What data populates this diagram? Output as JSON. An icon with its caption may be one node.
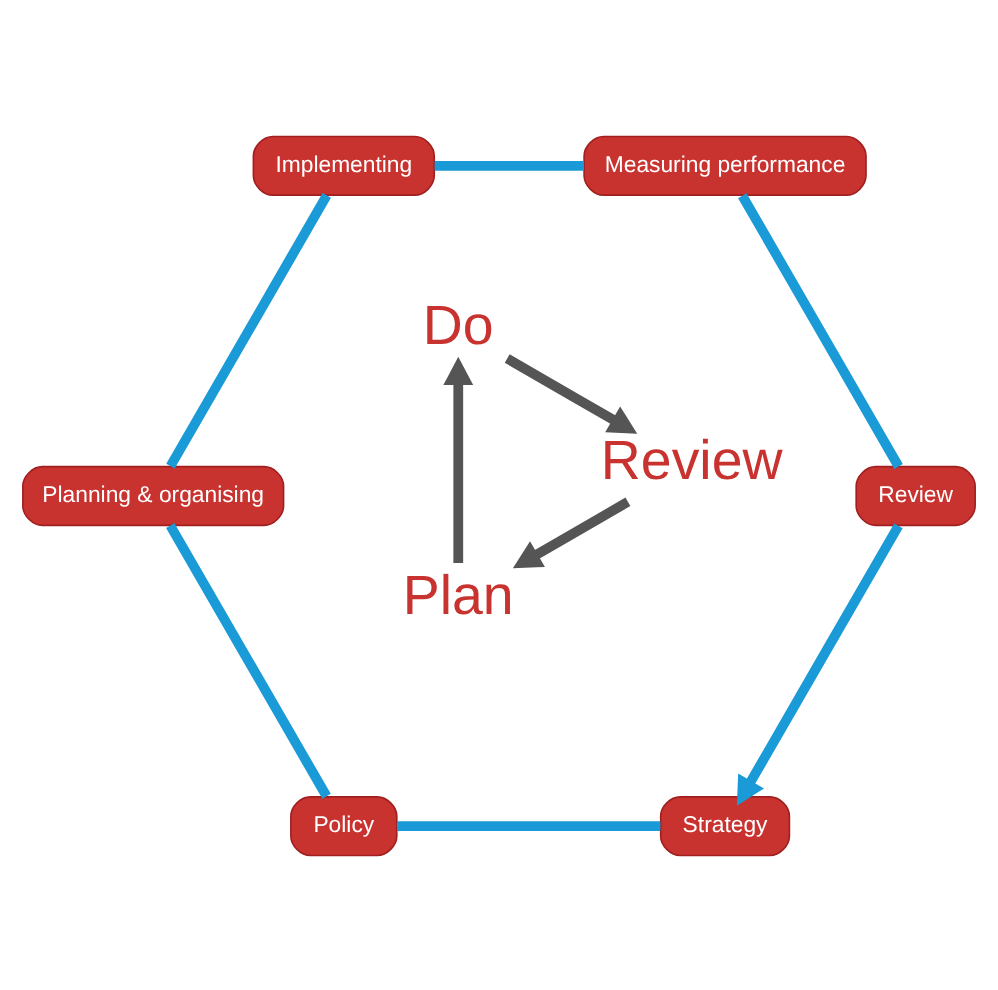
{
  "diagram": {
    "nodes": [
      {
        "text": [
          "Strategy"
        ]
      },
      {
        "text": [
          "Policy"
        ]
      },
      {
        "text": [
          "Planning & organising"
        ]
      },
      {
        "text": [
          "Implementing"
        ]
      },
      {
        "text": [
          "Measuring performance"
        ]
      },
      {
        "text": [
          "Review"
        ]
      },
      {
        "text": [
          "Plan"
        ]
      },
      {
        "text": [
          "Do"
        ]
      },
      {
        "text": [
          "Review"
        ]
      }
    ],
    "edges": [
      {
        "from": 0,
        "to": 1,
        "arrow": "none",
        "color": "#1a9ad6"
      },
      {
        "from": 1,
        "to": 2,
        "arrow": "none",
        "color": "#1a9ad6"
      },
      {
        "from": 2,
        "to": 3,
        "arrow": "none",
        "color": "#1a9ad6"
      },
      {
        "from": 3,
        "to": 4,
        "arrow": "none",
        "color": "#1a9ad6"
      },
      {
        "from": 4,
        "to": 5,
        "arrow": "none",
        "color": "#1a9ad6"
      },
      {
        "from": 5,
        "to": 0,
        "arrow": "to",
        "color": "#1a9ad6"
      },
      {
        "from": 6,
        "to": 7,
        "arrow": "to",
        "color": "#555555"
      },
      {
        "from": 7,
        "to": 8,
        "arrow": "to",
        "color": "#555555"
      },
      {
        "from": 8,
        "to": 6,
        "arrow": "to",
        "color": "#555555"
      }
    ]
  }
}
